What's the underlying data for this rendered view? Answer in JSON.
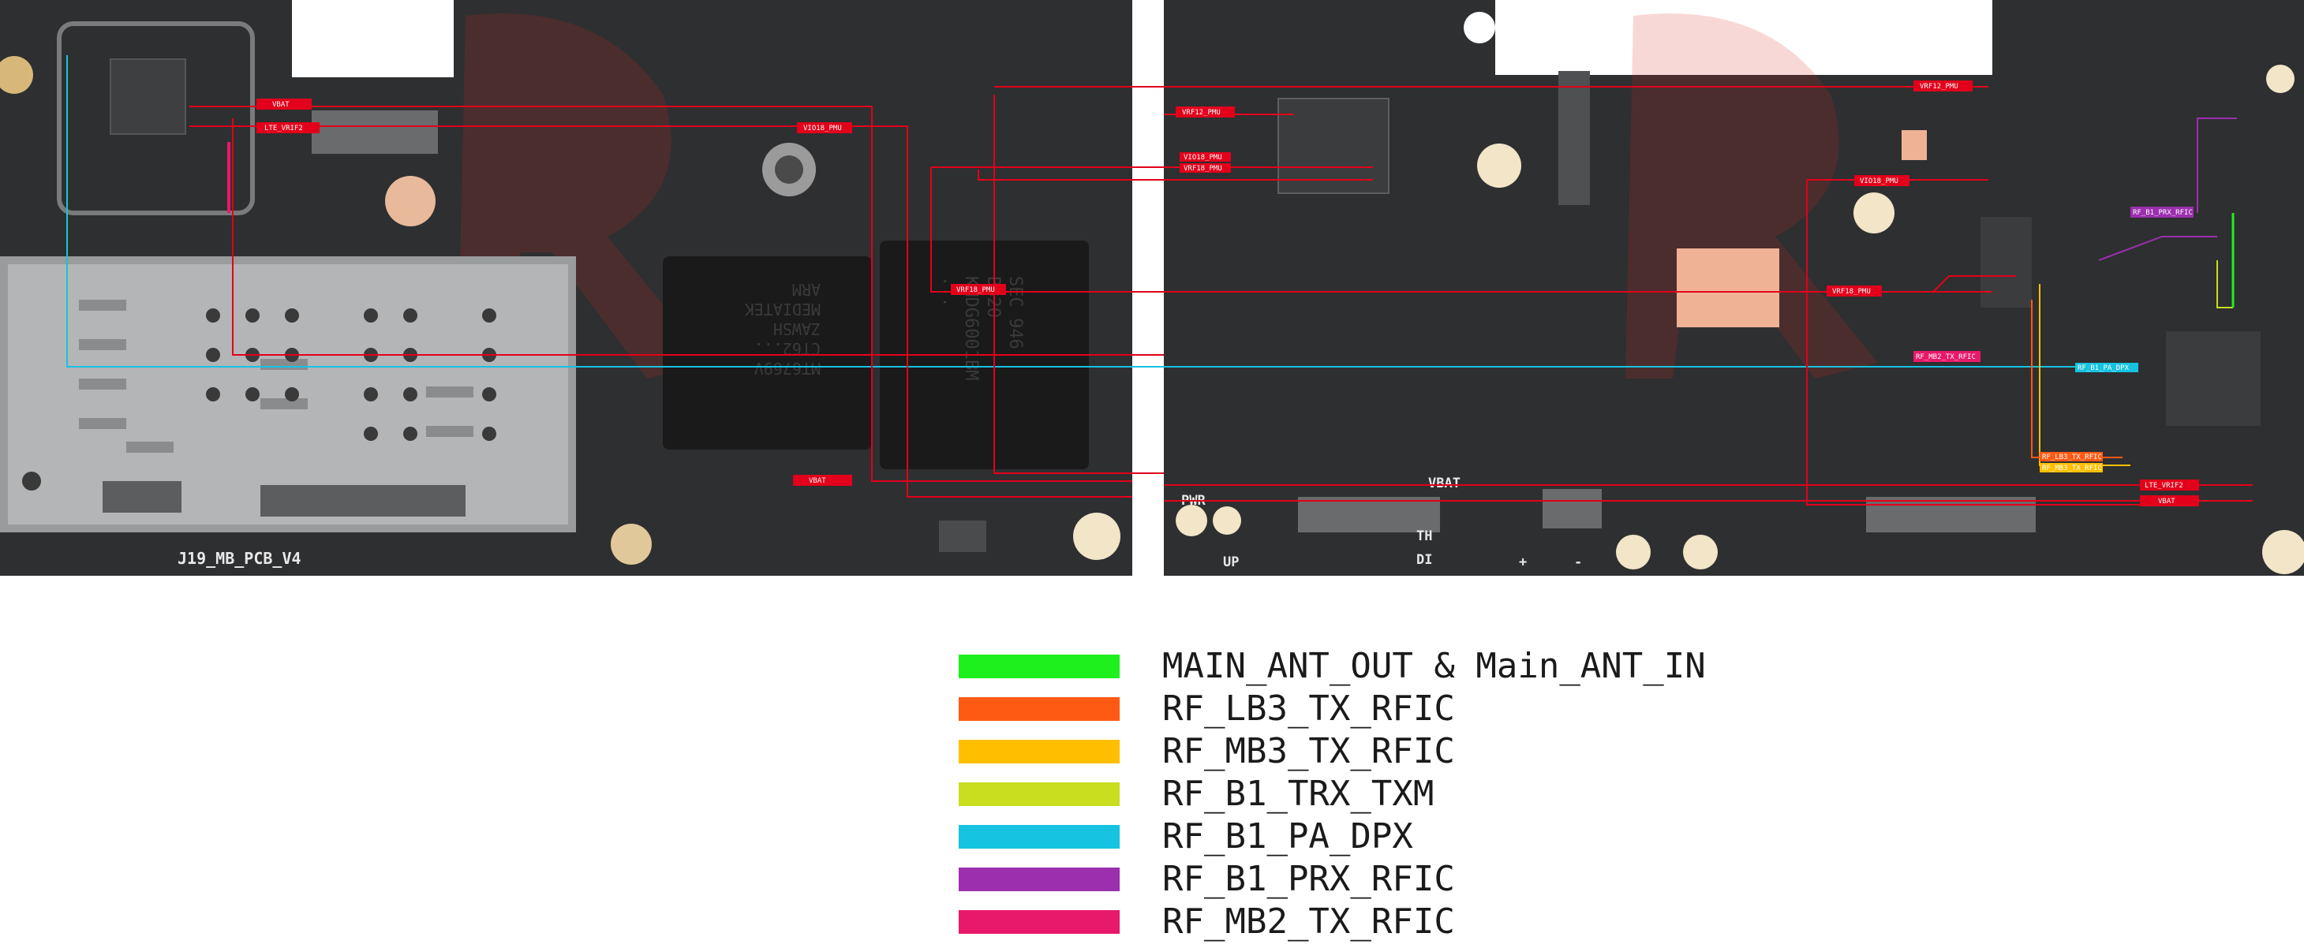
{
  "board": {
    "left_silkscreen": "J19_MB_PCB_V4",
    "chip_mediatek": [
      "MT6769V",
      "CT62...",
      "ZAWSH",
      "MEDIATEK",
      "ARM"
    ],
    "chip_memory": [
      "SEC 946",
      "B320",
      "KMDG6001BM",
      "..."
    ],
    "pads_right": [
      "VBAT",
      "PWR",
      "UP",
      "TH",
      "DI",
      "+",
      "-"
    ],
    "net_tags": [
      {
        "text": "VBAT",
        "color": "#e2001a"
      },
      {
        "text": "LTE_VRIF2",
        "color": "#e2001a"
      },
      {
        "text": "VIO18_PMU",
        "color": "#e2001a"
      },
      {
        "text": "VRF12_PMU",
        "color": "#e2001a"
      },
      {
        "text": "VIO18_PMU",
        "color": "#e2001a"
      },
      {
        "text": "VRF18_PMU",
        "color": "#e2001a"
      },
      {
        "text": "VRF18_PMU",
        "color": "#e2001a"
      },
      {
        "text": "VBAT",
        "color": "#e2001a"
      },
      {
        "text": "VRF12_PMU",
        "color": "#e2001a"
      },
      {
        "text": "VIO18_PMU",
        "color": "#e2001a"
      },
      {
        "text": "VRF18_PMU",
        "color": "#e2001a"
      },
      {
        "text": "RF_B1_PRX_RFIC",
        "color": "#9b2fae"
      },
      {
        "text": "RF_MB2_TX_RFIC",
        "color": "#e8196a"
      },
      {
        "text": "RF_B1_PA_DPX",
        "color": "#16c3e0"
      },
      {
        "text": "RF_LB3_TX_RFIC",
        "color": "#ff5a14"
      },
      {
        "text": "RF_MB3_TX_RFIC",
        "color": "#ffbf00"
      },
      {
        "text": "LTE_VRIF2",
        "color": "#e2001a"
      },
      {
        "text": "VBAT",
        "color": "#e2001a"
      }
    ]
  },
  "legend": [
    {
      "label": "MAIN_ANT_OUT & Main_ANT_IN",
      "color": "#1ef01e"
    },
    {
      "label": "RF_LB3_TX_RFIC",
      "color": "#ff5a14"
    },
    {
      "label": "RF_MB3_TX_RFIC",
      "color": "#ffbf00"
    },
    {
      "label": "RF_B1_TRX_TXM",
      "color": "#c8de1e"
    },
    {
      "label": "RF_B1_PA_DPX",
      "color": "#16c3e0"
    },
    {
      "label": "RF_B1_PRX_RFIC",
      "color": "#9b2fae"
    },
    {
      "label": "RF_MB2_TX_RFIC",
      "color": "#e8196a"
    }
  ]
}
